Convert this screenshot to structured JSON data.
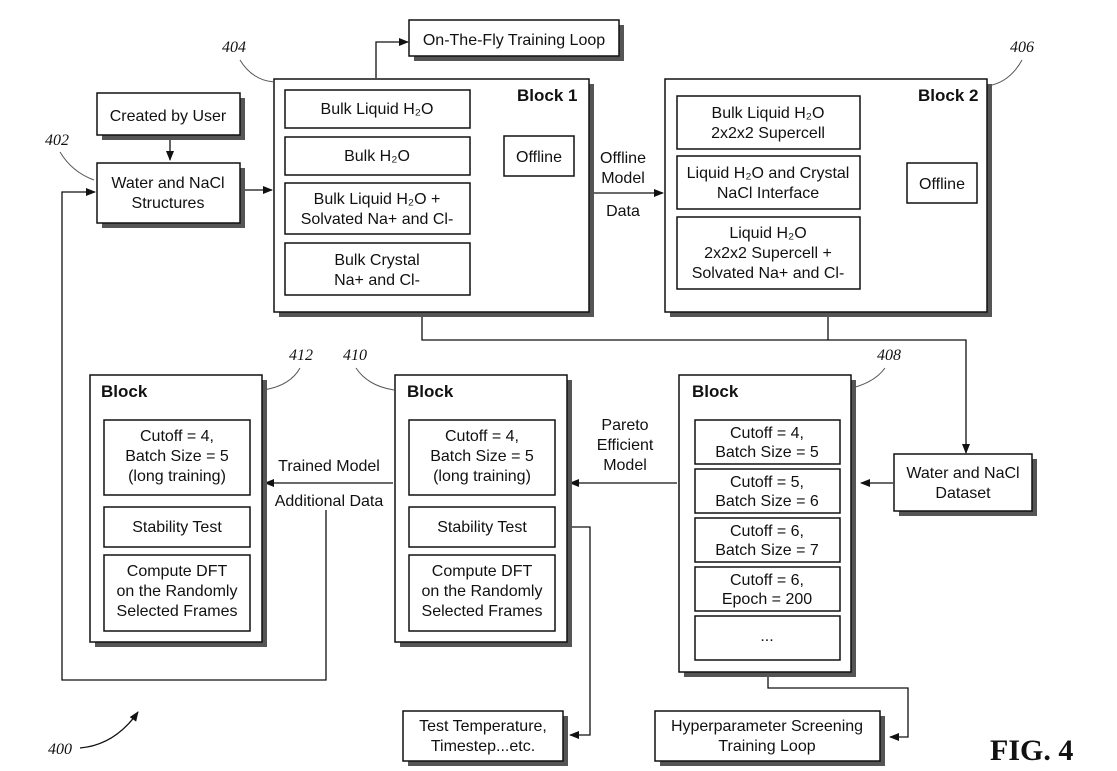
{
  "figure": {
    "label": "FIG. 4",
    "ref": "400"
  },
  "top": {
    "loop_label": "On-The-Fly Training Loop"
  },
  "user": {
    "created_by_user": "Created by User",
    "structures": [
      "Water and NaCl",
      "Structures"
    ],
    "ref": "402"
  },
  "block1": {
    "title": "Block 1",
    "ref": "404",
    "items": [
      [
        "Bulk Liquid H₂O"
      ],
      [
        "Bulk H₂O"
      ],
      [
        "Bulk Liquid H₂O +",
        "Solvated Na+ and Cl-"
      ],
      [
        "Bulk Crystal",
        "Na+ and Cl-"
      ]
    ],
    "offline": "Offline"
  },
  "between": [
    "Offline",
    "Model",
    "Data"
  ],
  "block2": {
    "title": "Block 2",
    "ref": "406",
    "items": [
      [
        "Bulk Liquid H₂O",
        "2x2x2 Supercell"
      ],
      [
        "Liquid H₂O and Crystal",
        "NaCl Interface"
      ],
      [
        "Liquid H₂O",
        "2x2x2 Supercell +",
        "Solvated Na+ and Cl-"
      ]
    ],
    "offline": "Offline"
  },
  "dataset": {
    "lines": [
      "Water and NaCl",
      "Dataset"
    ]
  },
  "block408": {
    "title": "Block",
    "ref": "408",
    "items": [
      [
        "Cutoff = 4,",
        "Batch Size = 5"
      ],
      [
        "Cutoff = 5,",
        "Batch Size = 6"
      ],
      [
        "Cutoff = 6,",
        "Batch Size = 7"
      ],
      [
        "Cutoff = 6,",
        "Epoch = 200"
      ],
      [
        "..."
      ]
    ]
  },
  "pareto": [
    "Pareto",
    "Efficient",
    "Model"
  ],
  "block410": {
    "title": "Block",
    "ref": "410",
    "items": [
      [
        "Cutoff = 4,",
        "Batch Size = 5",
        "(long training)"
      ],
      [
        "Stability Test"
      ],
      [
        "Compute DFT",
        "on the Randomly",
        "Selected Frames"
      ]
    ]
  },
  "trained_model": "Trained Model",
  "additional_data": "Additional Data",
  "block412": {
    "title": "Block",
    "ref": "412",
    "items": [
      [
        "Cutoff = 4,",
        "Batch Size = 5",
        "(long training)"
      ],
      [
        "Stability Test"
      ],
      [
        "Compute DFT",
        "on the Randomly",
        "Selected Frames"
      ]
    ]
  },
  "test_temp": [
    "Test Temperature,",
    "Timestep...etc."
  ],
  "hyper": [
    "Hyperparameter Screening",
    "Training Loop"
  ]
}
